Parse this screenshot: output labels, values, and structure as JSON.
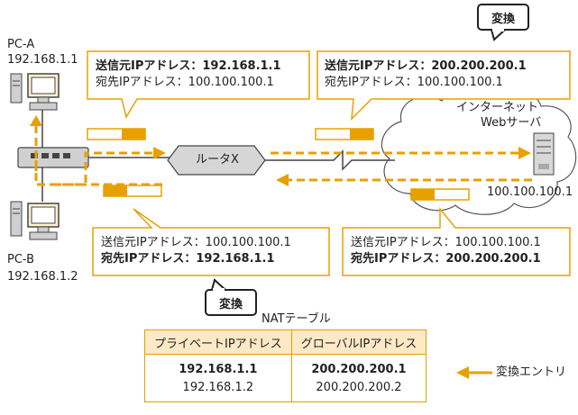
{
  "pc_a": {
    "name": "PC-A",
    "ip": "192.168.1.1"
  },
  "pc_b": {
    "name": "PC-B",
    "ip": "192.168.1.2"
  },
  "router": {
    "label": "ルータX"
  },
  "internet": {
    "label": "インターネット"
  },
  "server": {
    "label": "Webサーバ",
    "ip": "100.100.100.1"
  },
  "badges": {
    "top": "変換",
    "bottom": "変換"
  },
  "callout_a": {
    "line1": "送信元IPアドレス：192.168.1.1",
    "line2": "宛先IPアドレス：100.100.100.1"
  },
  "callout_b": {
    "line1": "送信元IPアドレス：200.200.200.1",
    "line2": "宛先IPアドレス：100.100.100.1"
  },
  "callout_c": {
    "line1": "送信元IPアドレス：100.100.100.1",
    "line2": "宛先IPアドレス：192.168.1.1"
  },
  "callout_d": {
    "line1": "送信元IPアドレス：100.100.100.1",
    "line2": "宛先IPアドレス：200.200.200.1"
  },
  "nat_table": {
    "title": "NATテーブル",
    "headers": [
      "プライベートIPアドレス",
      "グローバルIPアドレス"
    ],
    "rows": [
      [
        "192.168.1.1",
        "200.200.200.1"
      ],
      [
        "192.168.1.2",
        "200.200.200.2"
      ]
    ],
    "entry_label": "変換エントリ"
  },
  "colors": {
    "accent": "#e8a000",
    "line": "#555555",
    "callout_border": "#e8a000"
  }
}
